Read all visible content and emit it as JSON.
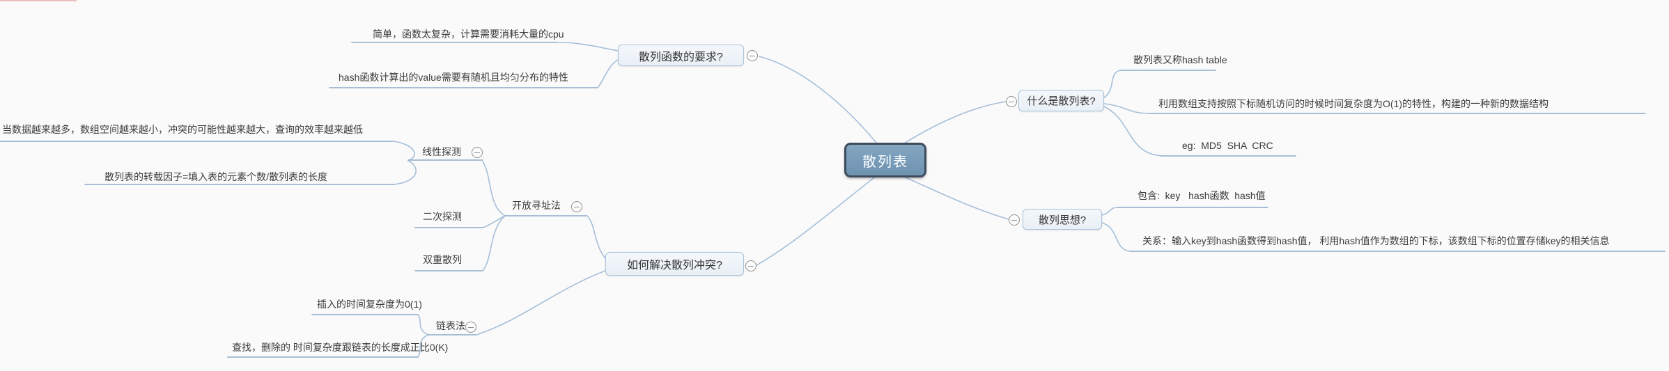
{
  "app": {
    "type": "mindmap-canvas"
  },
  "colors": {
    "background": "#fafafa",
    "edge": "#a6bfd8",
    "underline": "#9db6cf",
    "root_fill": "#7499b7",
    "root_border": "#3e4b5d",
    "topic_fill": "#f2f6fa",
    "topic_border": "#a8c3db",
    "text": "#333333"
  },
  "nodes": {
    "root": "散列表",
    "hash_fn_req": "散列函数的要求?",
    "hash_fn_req_simple": "简单，函数太复杂，计算需要消耗大量的cpu",
    "hash_fn_req_random": "hash函数计算出的value需要有随机且均匀分布的特性",
    "what_is": "什么是散列表?",
    "what_is_alias": "散列表又称hash table",
    "what_is_def": "利用数组支持按照下标随机访问的时候时间复杂度为O(1)的特性，构建的一种新的数据结构",
    "what_is_eg": "eg:  MD5  SHA  CRC",
    "hash_idea": "散列思想?",
    "hash_idea_contains": "包含:  key   hash函数  hash值",
    "hash_idea_relation": "关系：输入key到hash函数得到hash值， 利用hash值作为数组的下标，该数组下标的位置存储key的相关信息",
    "resolve": "如何解决散列冲突?",
    "open_addressing": "开放寻址法",
    "linear_probing": "线性探测",
    "linear_probing_note1": "当数据越来越多，数组空间越来越小，冲突的可能性越来越大，查询的效率越来越低",
    "linear_probing_note2": "散列表的转载因子=填入表的元素个数/散列表的长度",
    "quadratic_probing": "二次探测",
    "double_hashing": "双重散列",
    "chaining": "链表法",
    "chaining_insert": "插入的时间复杂度为0(1)",
    "chaining_find": "查找，删除的 时间复杂度跟链表的长度成正比0(K)"
  }
}
